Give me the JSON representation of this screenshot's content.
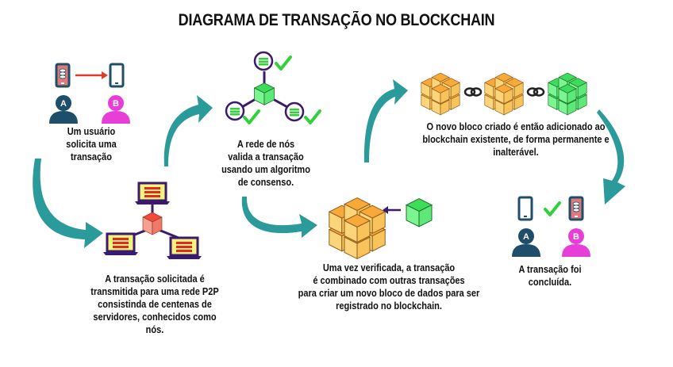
{
  "title": "DIAGRAMA DE TRANSAÇÃO NO BLOCKCHAIN",
  "colors": {
    "teal_arrow": "#2a9a9a",
    "user_a": "#1f4e6b",
    "user_b": "#e83ed8",
    "check": "#2fd23a",
    "red_arrow": "#e03a2a",
    "laptop_frame": "#3a1a6e",
    "laptop_screen": "#f7f27a",
    "laptop_lines": "#e02a2a",
    "node_cube": "#f26d5b",
    "orange_cube": "#f5b14a",
    "green_cube": "#5ef07a",
    "node_ring": "#3a1a6e"
  },
  "steps": [
    {
      "id": 1,
      "caption": "Um usuário\nsolicita uma transação",
      "users": [
        "A",
        "B"
      ],
      "icons": [
        "phone-with-coins-icon",
        "arrow-right-icon",
        "phone-icon"
      ]
    },
    {
      "id": 2,
      "caption": "A transação solicitada é\ntransmitida para uma rede P2P\nconsistinda de centenas de\nservidores, conhecidos como nós.",
      "icons": [
        "laptop-icon",
        "laptop-icon",
        "laptop-icon",
        "node-cube-icon"
      ]
    },
    {
      "id": 3,
      "caption": "A rede de nós\nvalida a transação\nusando um algoritmo\nde consenso.",
      "icons": [
        "validator-node-icon",
        "validator-node-icon",
        "validator-node-icon",
        "check-icon",
        "green-cube-icon"
      ]
    },
    {
      "id": 4,
      "caption": "Uma vez verificada, a transação\né combinado com outras transações\npara criar um novo bloco de dados para ser\nregistrado no blockchain.",
      "icons": [
        "cube-cluster-icon",
        "arrow-left-icon",
        "green-cube-icon"
      ]
    },
    {
      "id": 5,
      "caption": "O novo bloco criado é então adicionado ao\nblockchain existente, de forma permanente e\ninalterável.",
      "icons": [
        "block-cluster-icon",
        "chain-link-icon",
        "block-cluster-icon",
        "chain-link-icon",
        "green-block-cluster-icon"
      ]
    },
    {
      "id": 6,
      "caption": "A transação foi concluída.",
      "users": [
        "A",
        "B"
      ],
      "icons": [
        "phone-icon",
        "check-icon",
        "phone-with-coins-icon"
      ]
    }
  ]
}
